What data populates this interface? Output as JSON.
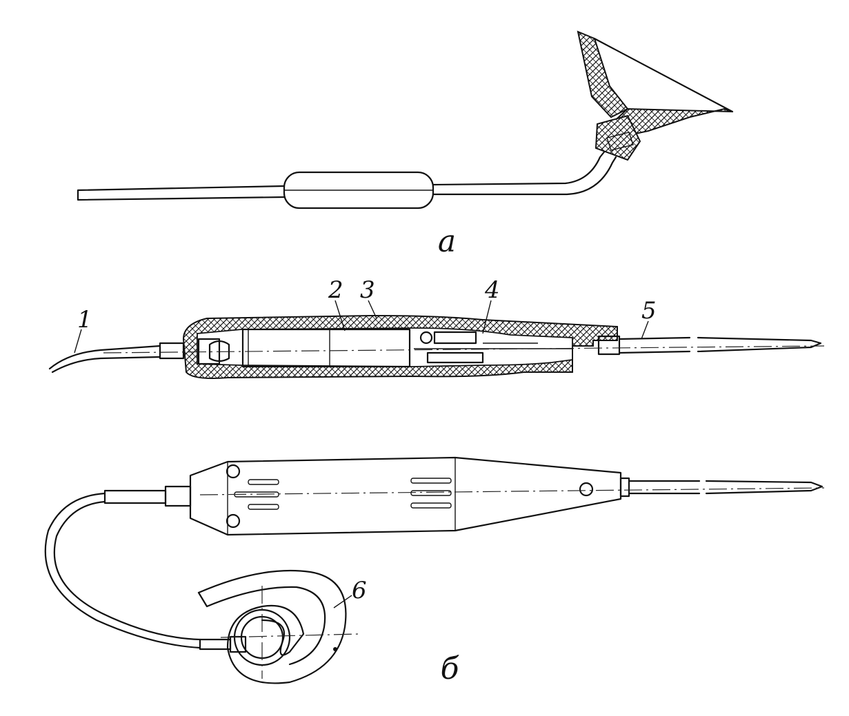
{
  "figure": {
    "panel_a": {
      "caption": "а"
    },
    "panel_b": {
      "caption": "б",
      "part_labels": [
        "1",
        "2",
        "3",
        "4",
        "5",
        "6"
      ]
    }
  }
}
